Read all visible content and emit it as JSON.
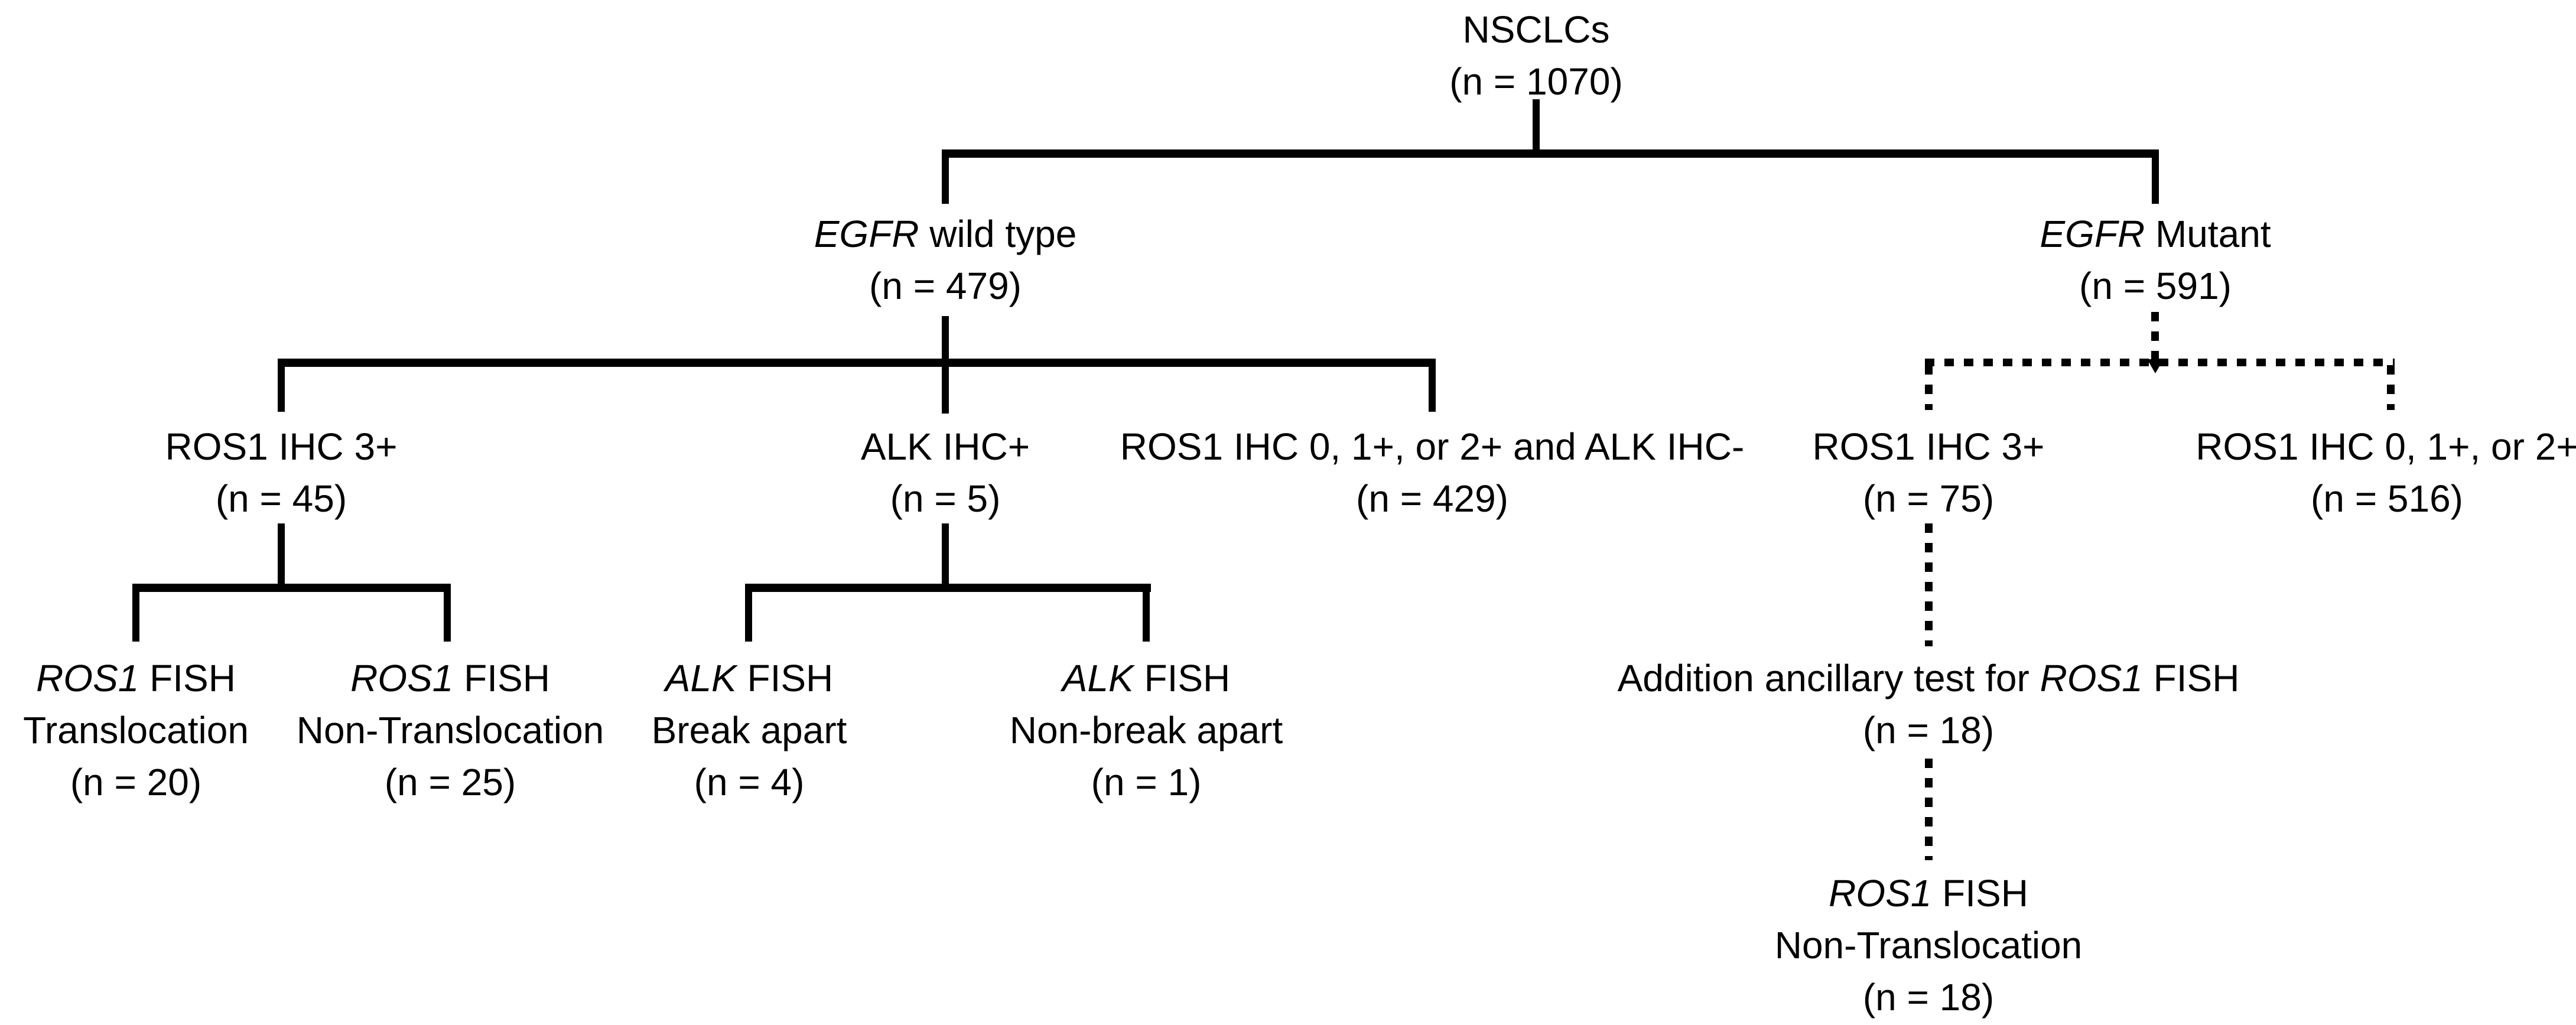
{
  "colors": {
    "background": "#ffffff",
    "line": "#000000",
    "text": "#000000"
  },
  "nodes": {
    "nsclcs": {
      "label": "NSCLCs",
      "count": "(n = 1070)"
    },
    "egfr_wild_type": {
      "gene": "EGFR",
      "rest": " wild type",
      "count": "(n = 479)"
    },
    "egfr_mutant": {
      "gene": "EGFR",
      "rest": " Mutant",
      "count": "(n = 591)"
    },
    "ros1_ihc3_wt_branch": {
      "label": "ROS1 IHC 3+",
      "count": "(n = 45)"
    },
    "alk_ihc_pos": {
      "label": "ALK IHC+",
      "count": "(n = 5)"
    },
    "ros1_ihc012_alk_neg": {
      "label": "ROS1 IHC 0, 1+, or 2+ and ALK IHC-",
      "count": "(n = 429)"
    },
    "ros1_ihc3_mut_branch": {
      "label": "ROS1 IHC 3+",
      "count": "(n = 75)"
    },
    "ros1_ihc012": {
      "label": "ROS1 IHC 0, 1+, or 2+",
      "count": "(n = 516)"
    },
    "ros1_fish_translocation": {
      "gene": "ROS1",
      "rest": " FISH",
      "line2": "Translocation",
      "count": "(n = 20)"
    },
    "ros1_fish_non_translocation": {
      "gene": "ROS1",
      "rest": " FISH",
      "line2": "Non-Translocation",
      "count": "(n = 25)"
    },
    "alk_fish_break_apart": {
      "gene": "ALK",
      "rest": " FISH",
      "line2": "Break apart",
      "count": "(n = 4)"
    },
    "alk_fish_non_break_apart": {
      "gene": "ALK",
      "rest": " FISH",
      "line2": "Non-break apart",
      "count": "(n = 1)"
    },
    "ancillary_test": {
      "prefix": "Addition ancillary test for ",
      "gene": "ROS1",
      "suffix": " FISH",
      "count": "(n = 18)"
    },
    "ros1_fish_non_translocation_mut": {
      "gene": "ROS1",
      "rest": " FISH",
      "line2": "Non-Translocation",
      "count": "(n = 18)"
    }
  }
}
